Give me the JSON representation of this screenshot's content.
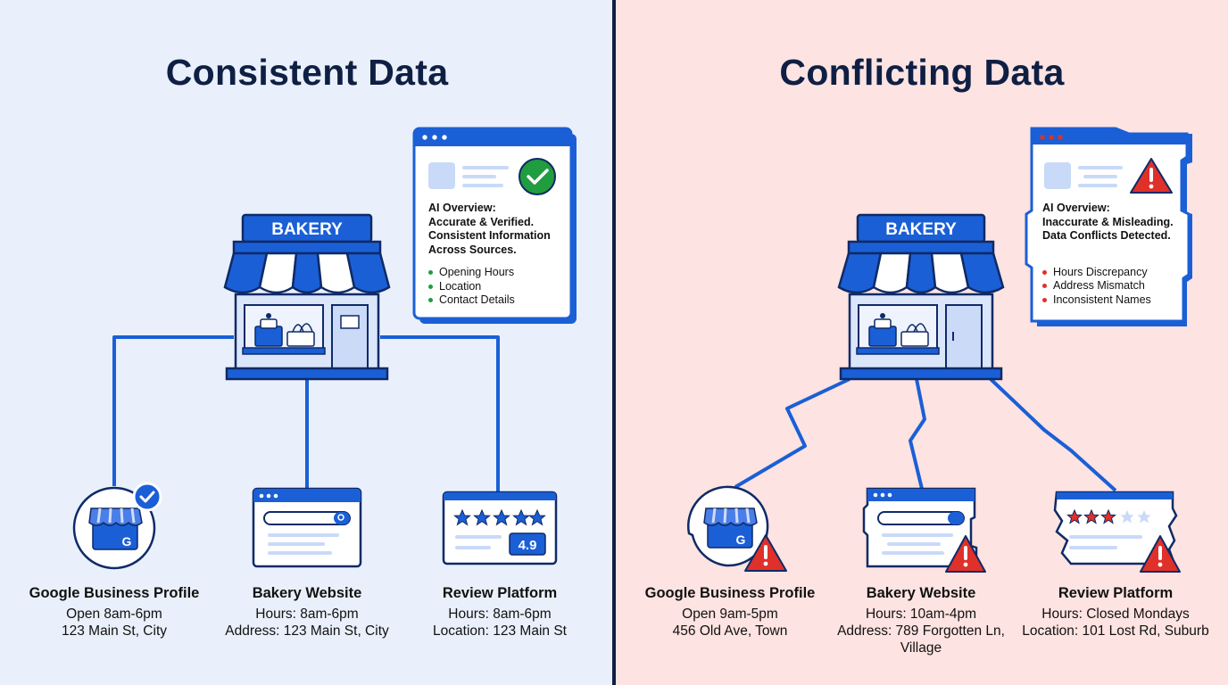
{
  "colors": {
    "blue": "#1a5fd6",
    "navy": "#0f1f44",
    "left_bg": "#e9f0fb",
    "right_bg": "#fde3e1",
    "green": "#1f9d3f",
    "red": "#e0302a"
  },
  "left": {
    "title": "Consistent Data",
    "store_sign": "BAKERY",
    "overview": {
      "lines": [
        "AI Overview:",
        "Accurate & Verified.",
        "Consistent Information",
        "Across Sources."
      ],
      "items": [
        "Opening Hours",
        "Location",
        "Contact Details"
      ],
      "status_icon": "check-icon"
    },
    "sources": [
      {
        "title": "Google Business Profile",
        "lines": [
          "Open 8am-6pm",
          "123 Main St, City"
        ],
        "icon": "google-business-icon"
      },
      {
        "title": "Bakery Website",
        "lines": [
          "Hours: 8am-6pm",
          "Address: 123 Main St, City"
        ],
        "icon": "website-icon"
      },
      {
        "title": "Review Platform",
        "lines": [
          "Hours: 8am-6pm",
          "Location: 123 Main St"
        ],
        "icon": "review-stars-icon",
        "rating": "4.9"
      }
    ]
  },
  "right": {
    "title": "Conflicting Data",
    "store_sign": "BAKERY",
    "overview": {
      "lines": [
        "AI Overview:",
        "Inaccurate & Misleading.",
        "Data Conflicts Detected."
      ],
      "items": [
        "Hours Discrepancy",
        "Address Mismatch",
        "Inconsistent Names"
      ],
      "status_icon": "warning-icon"
    },
    "sources": [
      {
        "title": "Google Business Profile",
        "lines": [
          "Open 9am-5pm",
          "456 Old Ave, Town"
        ],
        "icon": "google-business-icon"
      },
      {
        "title": "Bakery Website",
        "lines": [
          "Hours: 10am-4pm",
          "Address: 789 Forgotten Ln,",
          "Village"
        ],
        "icon": "website-icon"
      },
      {
        "title": "Review Platform",
        "lines": [
          "Hours: Closed Mondays",
          "Location: 101 Lost Rd, Suburb"
        ],
        "icon": "review-stars-icon"
      }
    ]
  }
}
